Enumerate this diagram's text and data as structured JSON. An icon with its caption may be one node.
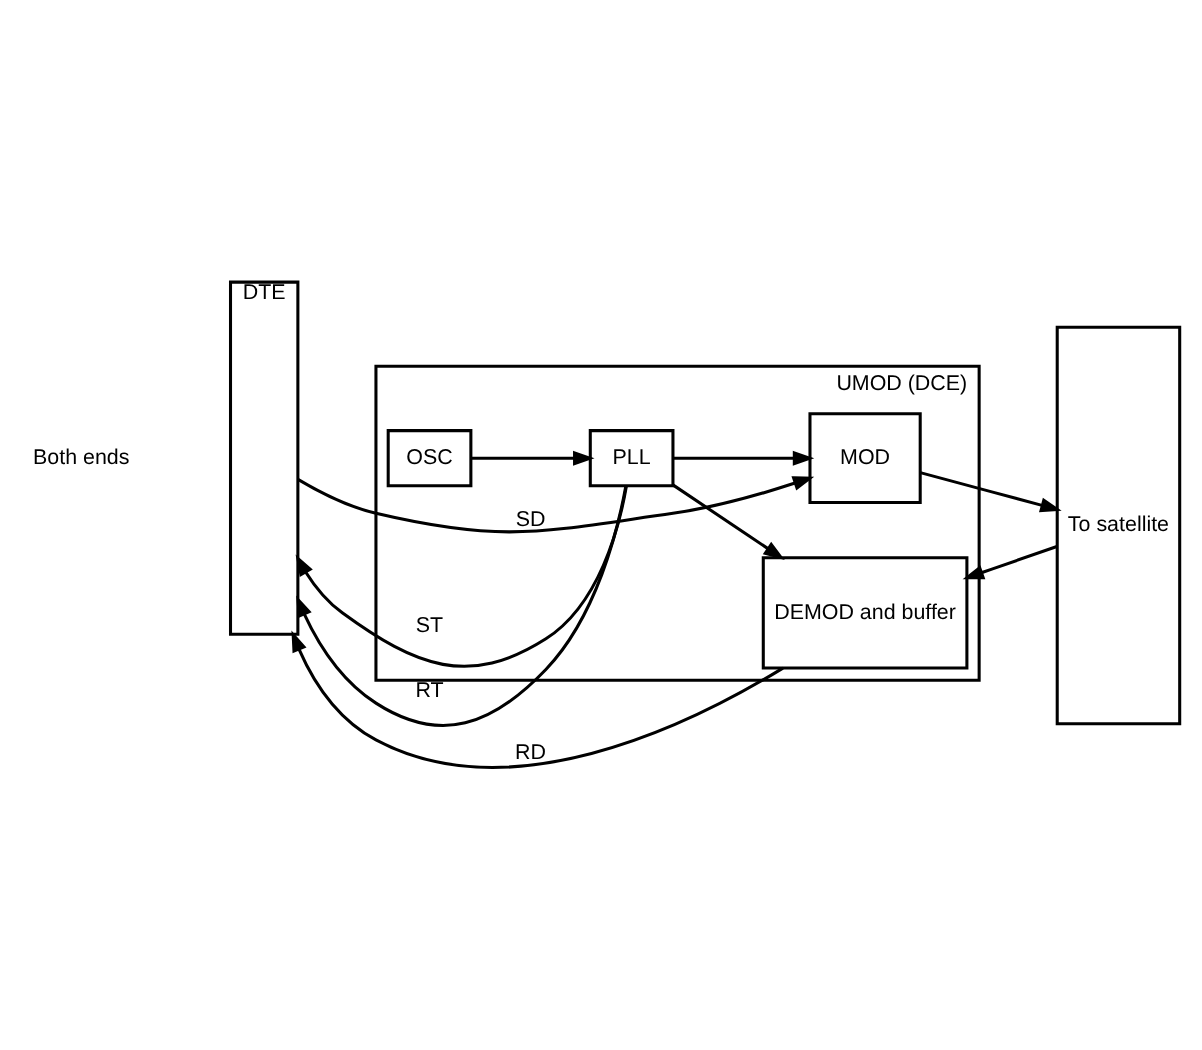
{
  "diagram": {
    "nodes": [
      {
        "text": [
          "DTE"
        ]
      },
      {
        "text": [
          "UMOD (DCE)"
        ]
      },
      {
        "text": [
          "MOD"
        ],
        "in": 1
      },
      {
        "text": [
          "OSC"
        ],
        "in": 1
      },
      {
        "text": [
          "PLL"
        ],
        "in": 1
      },
      {
        "text": [
          "DEMOD and buffer"
        ],
        "in": 1
      },
      {
        "text": [
          "To satellite"
        ]
      }
    ],
    "edges": [
      {
        "from": 0,
        "to": 2,
        "arrow": "to",
        "label": "SD"
      },
      {
        "from": 4,
        "to": 0,
        "arrow": "to",
        "label": "ST"
      },
      {
        "from": 4,
        "to": 2,
        "arrow": "to"
      },
      {
        "from": 2,
        "to": 6,
        "arrow": "to"
      },
      {
        "from": 3,
        "to": 4,
        "arrow": "to"
      },
      {
        "from": 4,
        "to": 0,
        "arrow": "to",
        "label": "RT"
      },
      {
        "from": 4,
        "to": 5,
        "arrow": "to"
      },
      {
        "from": 6,
        "to": 5,
        "arrow": "to"
      },
      {
        "from": 5,
        "to": 0,
        "arrow": "to",
        "label": "RD"
      }
    ],
    "labels": [
      "Both ends"
    ]
  }
}
